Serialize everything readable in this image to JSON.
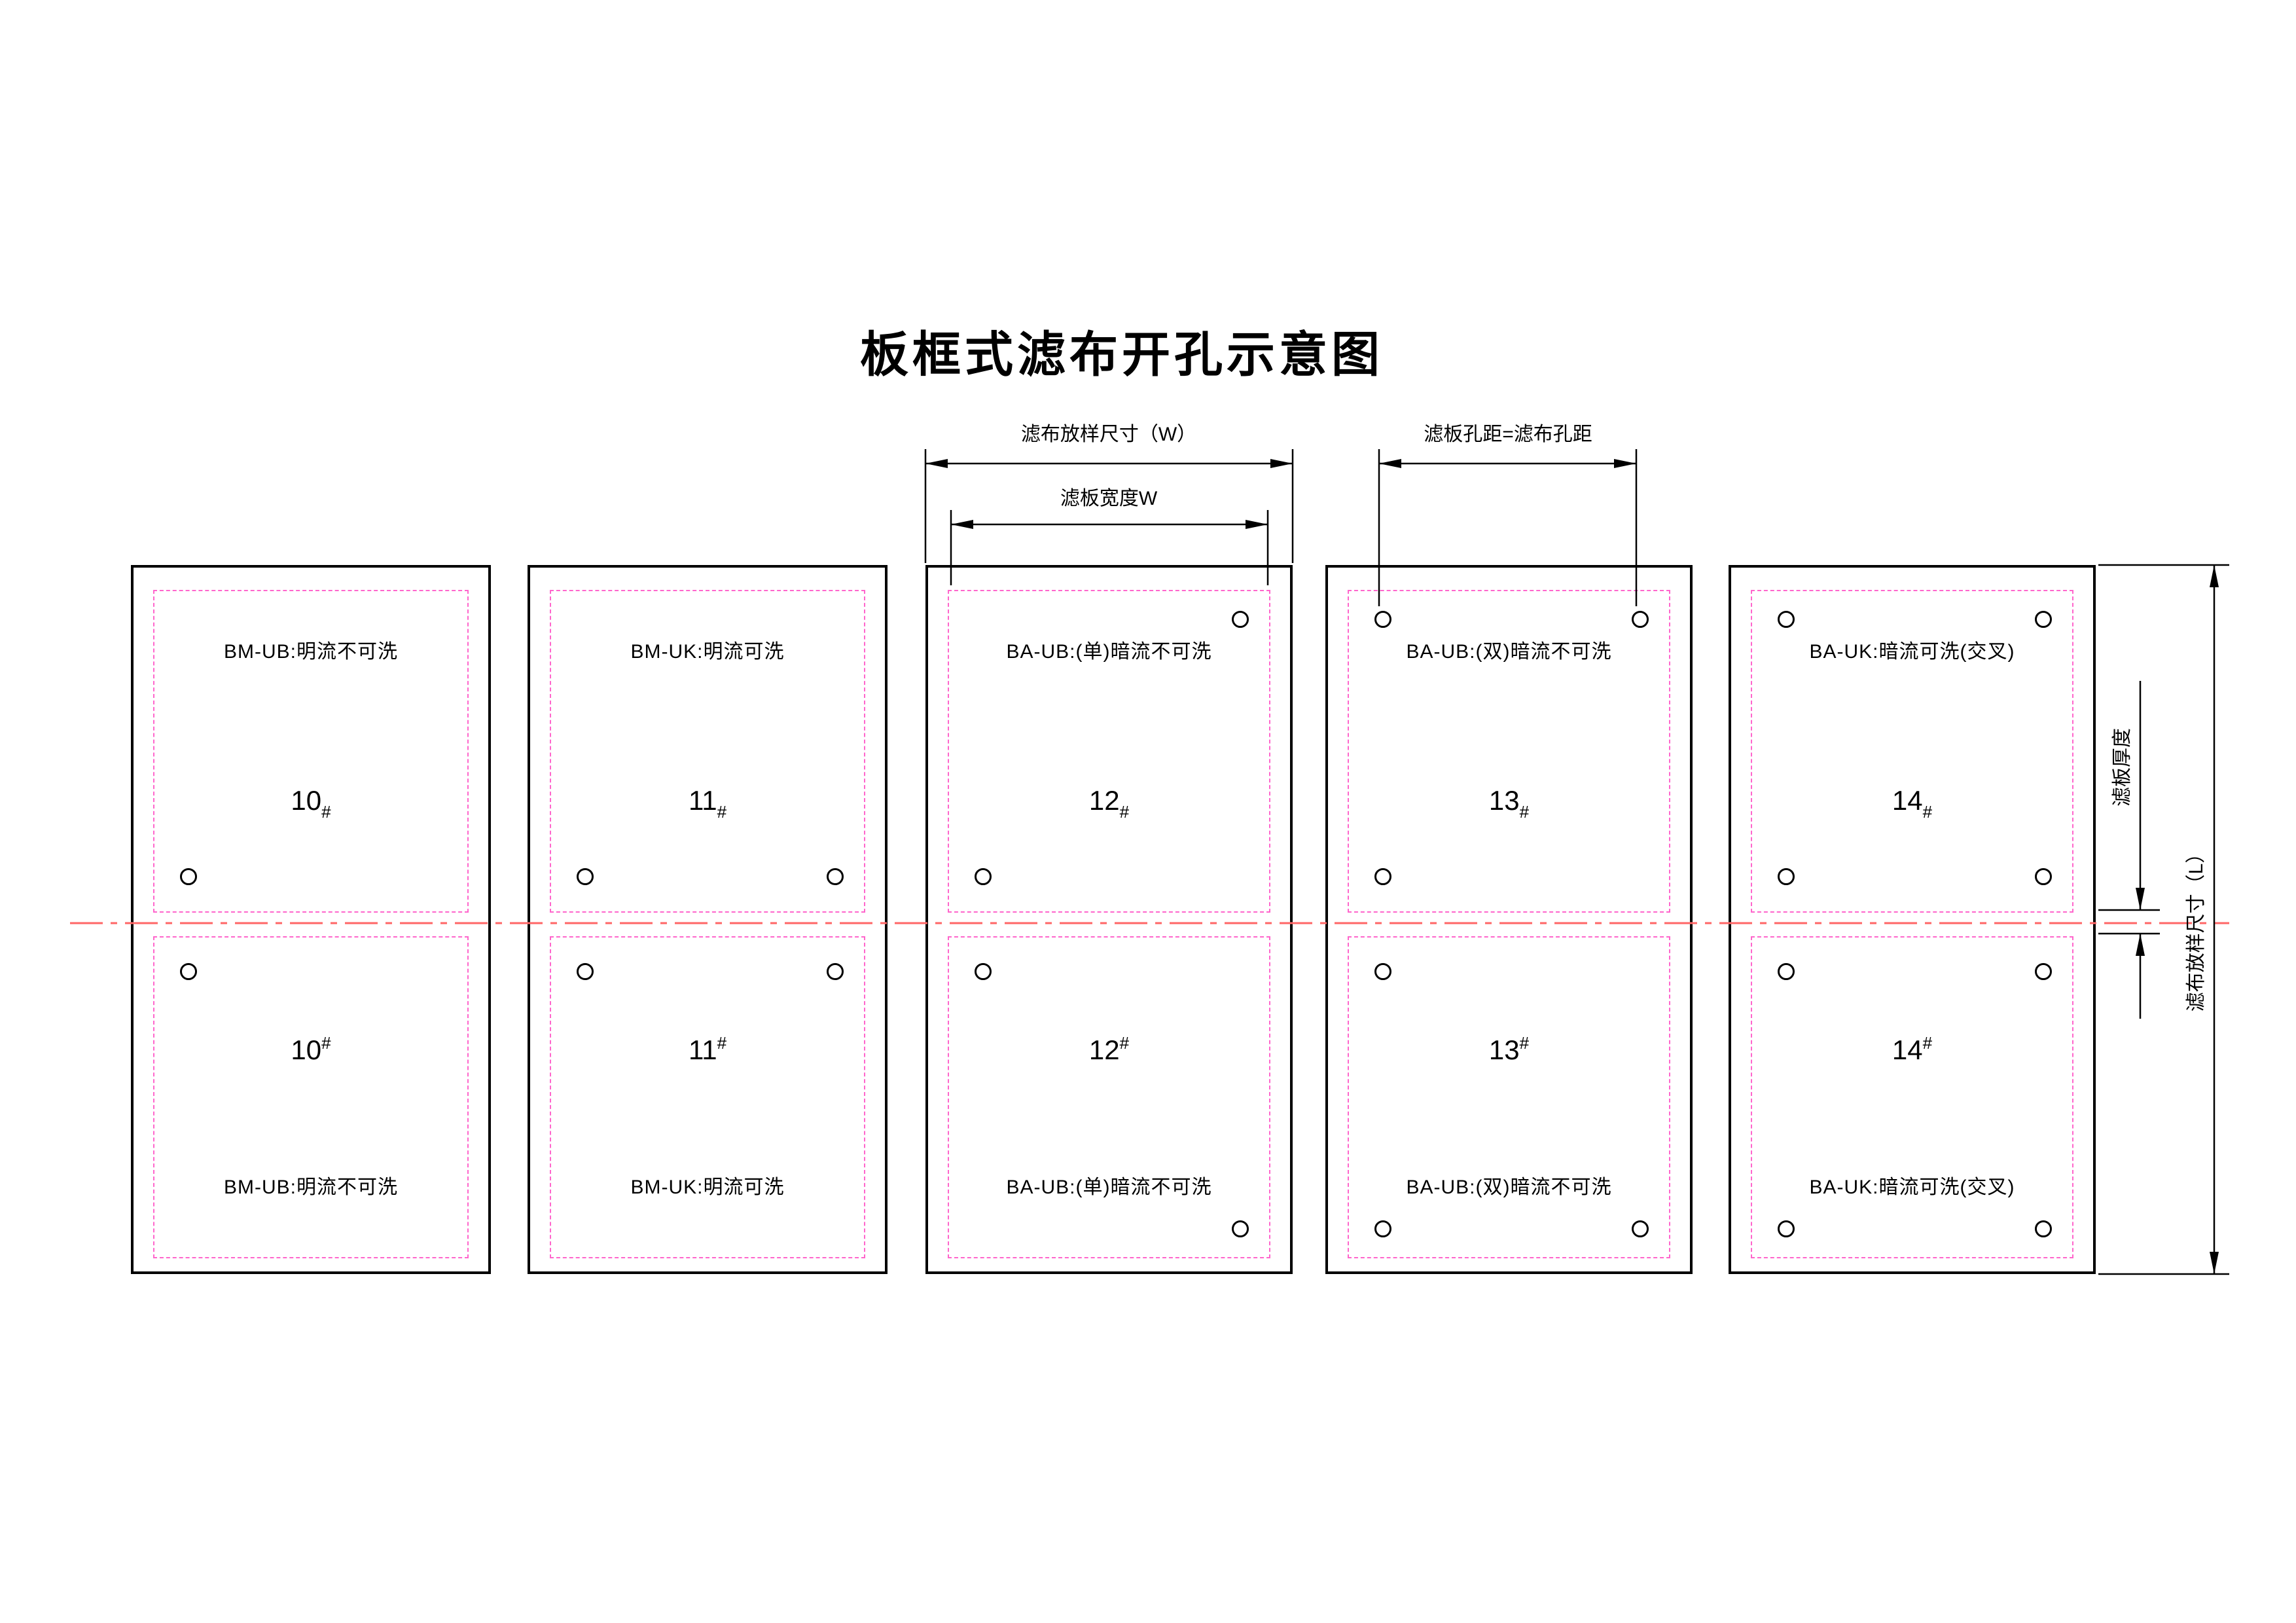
{
  "title": "板框式滤布开孔示意图",
  "dim_labels": {
    "cloth_width": "滤布放样尺寸（W）",
    "plate_width": "滤板宽度W",
    "hole_pitch": "滤板孔距=滤布孔距",
    "plate_thickness": "滤板厚度",
    "cloth_length": "滤布放样尺寸（L）"
  },
  "panels": [
    {
      "number": "10",
      "mark": "#",
      "label": "BM-UB:明流不可洗"
    },
    {
      "number": "11",
      "mark": "#",
      "label": "BM-UK:明流可洗"
    },
    {
      "number": "12",
      "mark": "#",
      "label": "BA-UB:(单)暗流不可洗"
    },
    {
      "number": "13",
      "mark": "#",
      "label": "BA-UB:(双)暗流不可洗"
    },
    {
      "number": "14",
      "mark": "#",
      "label": "BA-UK:暗流可洗(交叉)"
    }
  ],
  "colors": {
    "line": "#000000",
    "plate_dash": "#ff66cc",
    "centerline": "#ff6666"
  }
}
